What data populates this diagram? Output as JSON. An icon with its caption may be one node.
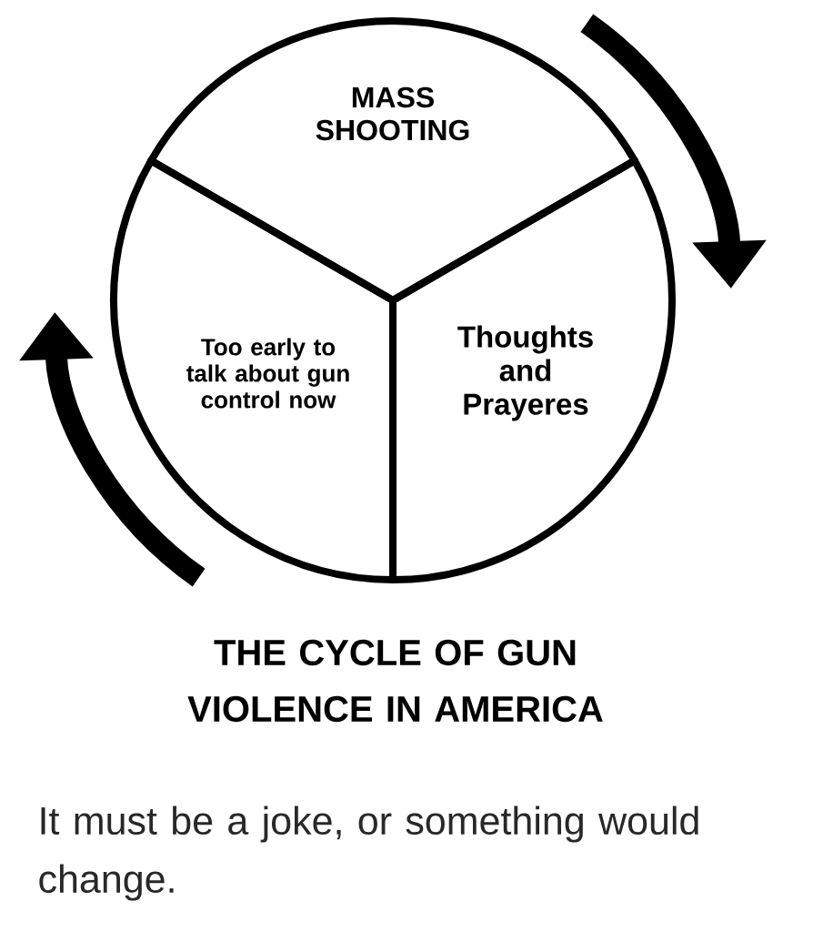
{
  "diagram": {
    "title": "THE CYCLE OF GUN VIOLENCE IN AMERICA",
    "caption": "It must be a joke, or something would change.",
    "nodes": [
      {
        "text": [
          "MASS SHOOTING"
        ]
      },
      {
        "text": [
          "Too early to talk about gun control now"
        ]
      },
      {
        "text": [
          "Thoughts and Prayeres"
        ]
      }
    ]
  }
}
